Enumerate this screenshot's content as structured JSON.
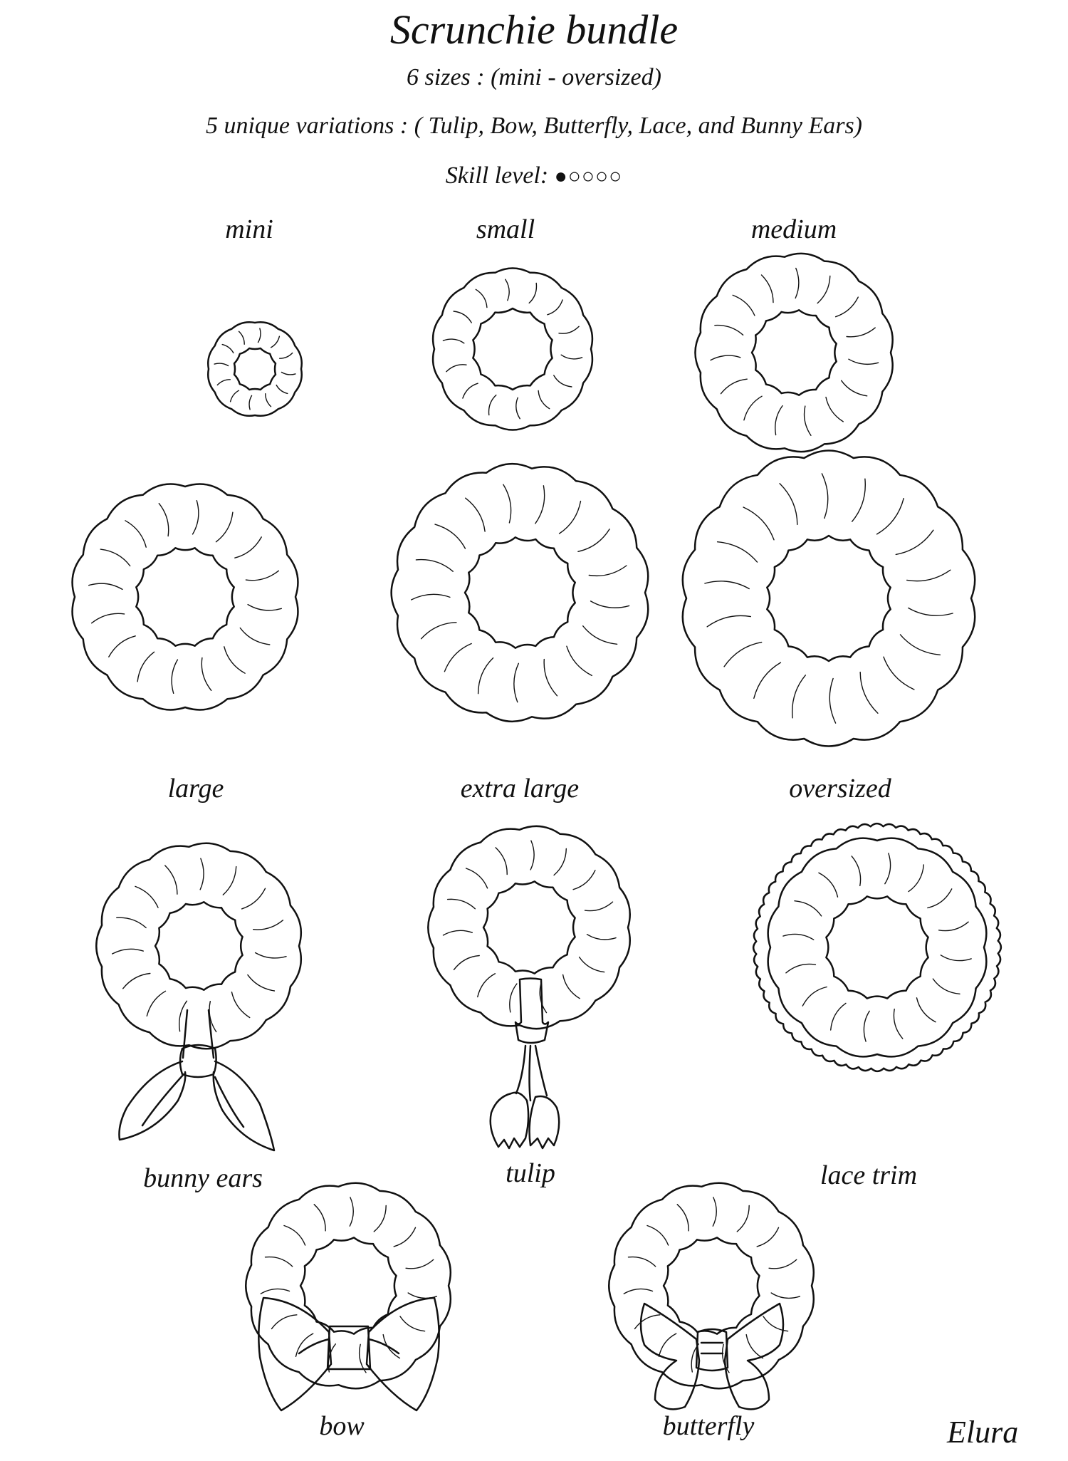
{
  "header": {
    "title": "Scrunchie bundle",
    "sizes_line": "6 sizes : (mini - oversized)",
    "variations_line": "5 unique variations : ( Tulip, Bow, Butterfly, Lace, and Bunny Ears)",
    "skill_label": "Skill level:",
    "skill_dots": "●○○○○",
    "skill_level": 1,
    "skill_max": 5
  },
  "sizes": [
    {
      "label": "mini"
    },
    {
      "label": "small"
    },
    {
      "label": "medium"
    },
    {
      "label": "large"
    },
    {
      "label": "extra large"
    },
    {
      "label": "oversized"
    }
  ],
  "variations": [
    {
      "label": "bunny ears"
    },
    {
      "label": "tulip"
    },
    {
      "label": "lace trim"
    },
    {
      "label": "bow"
    },
    {
      "label": "butterfly"
    }
  ],
  "signature": "Elura"
}
